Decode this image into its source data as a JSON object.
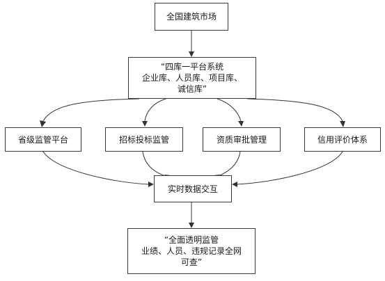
{
  "nodes": {
    "market": {
      "lines": [
        "全国建筑市场"
      ]
    },
    "platform": {
      "lines": [
        "“四库一平台系统",
        "企业库、人员库、项目库、",
        "诚信库”"
      ]
    },
    "provincial": {
      "lines": [
        "省级监管平台"
      ]
    },
    "bidding": {
      "lines": [
        "招标投标监管"
      ]
    },
    "qualification": {
      "lines": [
        "资质审批管理"
      ]
    },
    "credit": {
      "lines": [
        "信用评价体系"
      ]
    },
    "exchange": {
      "lines": [
        "实时数据交互"
      ]
    },
    "transparency": {
      "lines": [
        "“全面透明监管",
        "业绩、人员、违规记录全网",
        "可查”"
      ]
    }
  },
  "colors": {
    "line": "#333333",
    "border": "#3a3a3a",
    "text": "#1a1a1a"
  }
}
